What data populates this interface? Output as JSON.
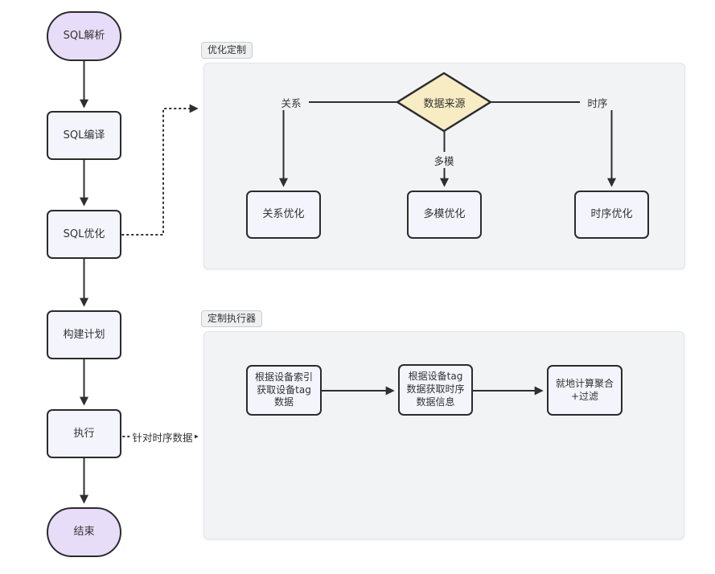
{
  "diagram": {
    "main_flow": {
      "start": "SQL解析",
      "compile": "SQL编译",
      "optimize": "SQL优化",
      "build_plan": "构建计划",
      "execute": "执行",
      "end": "结束",
      "execute_edge_label": "针对时序数据"
    },
    "optimize_subgraph": {
      "title": "优化定制",
      "decision": "数据来源",
      "branches": {
        "relational_label": "关系",
        "multimodal_label": "多模",
        "timeseries_label": "时序"
      },
      "nodes": {
        "relational": "关系优化",
        "multimodal": "多模优化",
        "timeseries": "时序优化"
      }
    },
    "executor_subgraph": {
      "title": "定制执行器",
      "steps": [
        "根据设备索引获取设备tag数据",
        "根据设备tag数据获取时序数据信息",
        "就地计算聚合+过滤"
      ]
    },
    "colors": {
      "terminal_fill": "#e7ddf8",
      "process_fill": "#f3f4fc",
      "decision_fill": "#f7ecc3",
      "node_border": "#2b2b2e",
      "panel_fill": "#f2f3f5",
      "panel_border": "#e3e5e8",
      "edge_stroke": "#2f2f2f"
    }
  }
}
